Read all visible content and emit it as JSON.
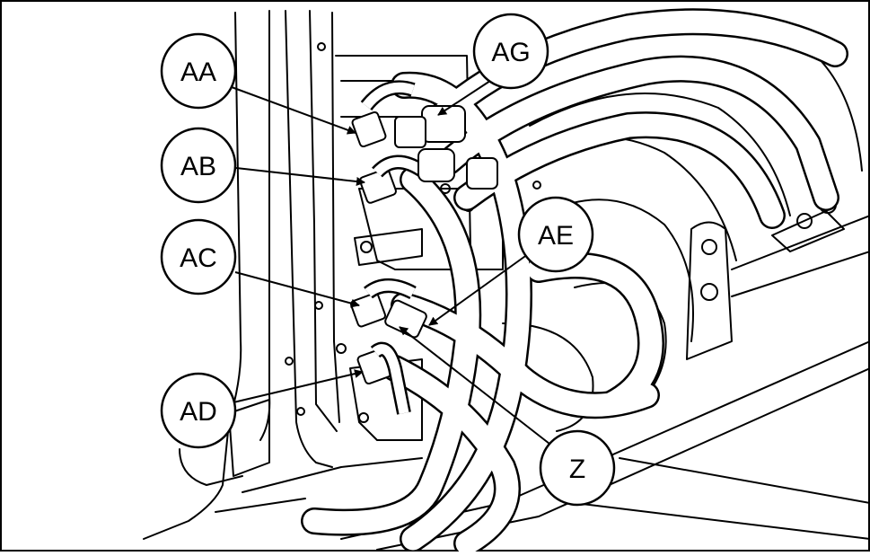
{
  "diagram": {
    "callouts": [
      {
        "id": "aa",
        "label": "AA"
      },
      {
        "id": "ag",
        "label": "AG"
      },
      {
        "id": "ab",
        "label": "AB"
      },
      {
        "id": "ae",
        "label": "AE"
      },
      {
        "id": "ac",
        "label": "AC"
      },
      {
        "id": "ad",
        "label": "AD"
      },
      {
        "id": "z",
        "label": "Z"
      }
    ]
  }
}
